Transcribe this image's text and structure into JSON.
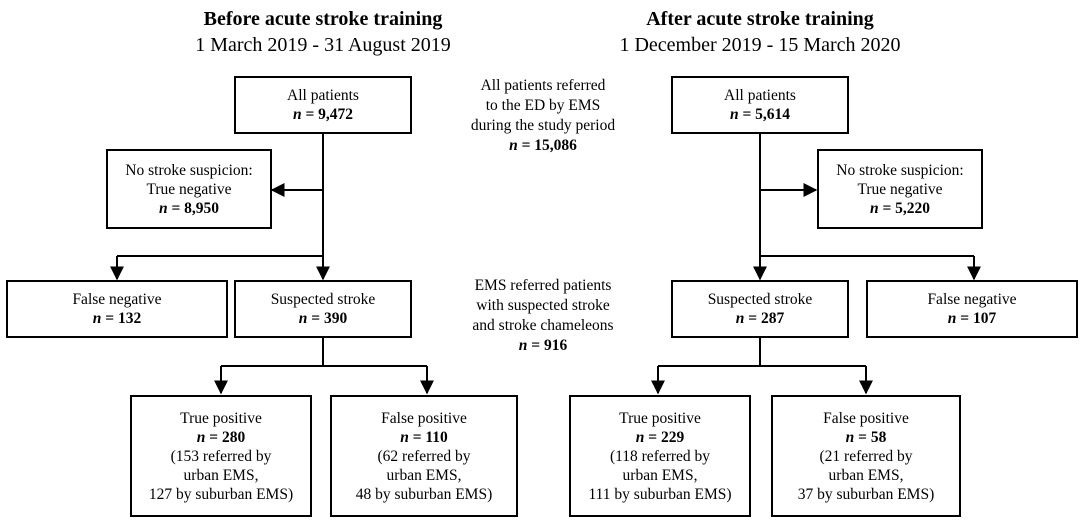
{
  "before": {
    "title": "Before acute stroke training",
    "dates": "1 March 2019 - 31 August 2019",
    "all": {
      "label": "All patients",
      "n": "9,472"
    },
    "no_suspicion": {
      "label1": "No stroke suspicion:",
      "label2": "True negative",
      "n": "8,950"
    },
    "false_negative": {
      "label": "False negative",
      "n": "132"
    },
    "suspected": {
      "label": "Suspected stroke",
      "n": "390"
    },
    "true_positive": {
      "label": "True positive",
      "n": "280",
      "d1": "(153 referred by",
      "d2": "urban EMS,",
      "d3": "127 by suburban EMS)"
    },
    "false_positive": {
      "label": "False positive",
      "n": "110",
      "d1": "(62 referred by",
      "d2": "urban EMS,",
      "d3": "48 by suburban EMS)"
    }
  },
  "after": {
    "title": "After acute stroke training",
    "dates": "1 December 2019 - 15 March 2020",
    "all": {
      "label": "All patients",
      "n": "5,614"
    },
    "no_suspicion": {
      "label1": "No stroke suspicion:",
      "label2": "True negative",
      "n": "5,220"
    },
    "false_negative": {
      "label": "False negative",
      "n": "107"
    },
    "suspected": {
      "label": "Suspected stroke",
      "n": "287"
    },
    "true_positive": {
      "label": "True positive",
      "n": "229",
      "d1": "(118 referred by",
      "d2": "urban EMS,",
      "d3": "111 by suburban EMS)"
    },
    "false_positive": {
      "label": "False positive",
      "n": "58",
      "d1": "(21 referred by",
      "d2": "urban EMS,",
      "d3": "37 by suburban EMS)"
    }
  },
  "middle": {
    "total": {
      "l1": "All patients referred",
      "l2": "to the ED by EMS",
      "l3": "during the study period",
      "n": "15,086"
    },
    "referred": {
      "l1": "EMS referred patients",
      "l2": "with suspected stroke",
      "l3": "and stroke chameleons",
      "n": "916"
    }
  },
  "n_prefix": "n",
  "n_equals": " = "
}
